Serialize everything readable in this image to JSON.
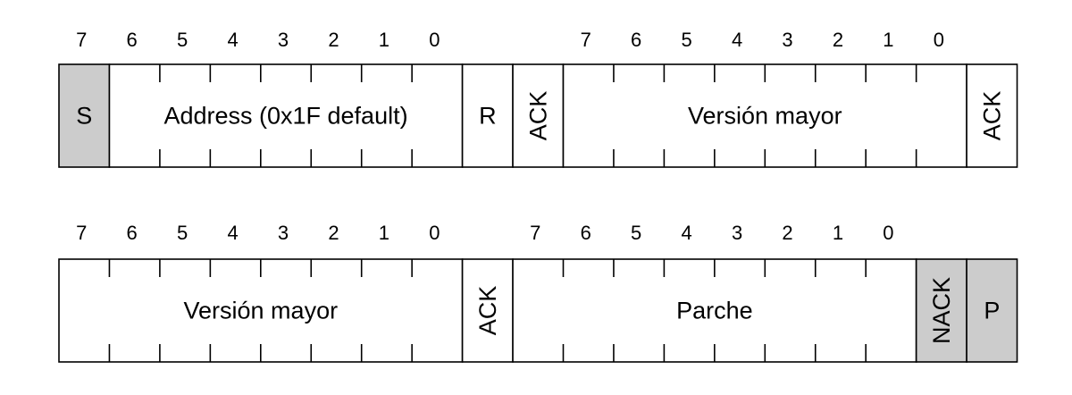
{
  "colors": {
    "marker_fill": "#cccccc",
    "data_fill": "#ffffff",
    "stroke": "#000000"
  },
  "rows": [
    {
      "bit_labels": [
        [
          "7",
          "6",
          "5",
          "4",
          "3",
          "2",
          "1",
          "0"
        ],
        [
          "7",
          "6",
          "5",
          "4",
          "3",
          "2",
          "1",
          "0"
        ]
      ],
      "fields": [
        {
          "label": "S",
          "units": 1,
          "marker": true,
          "vertical": false
        },
        {
          "label": "Address (0x1F default)",
          "units": 7,
          "marker": false,
          "vertical": false
        },
        {
          "label": "R",
          "units": 1,
          "marker": false,
          "vertical": false
        },
        {
          "label": "ACK",
          "units": 1,
          "marker": false,
          "vertical": true
        },
        {
          "label": "Versión mayor",
          "units": 8,
          "marker": false,
          "vertical": false
        },
        {
          "label": "ACK",
          "units": 1,
          "marker": false,
          "vertical": true
        }
      ]
    },
    {
      "bit_labels": [
        [
          "7",
          "6",
          "5",
          "4",
          "3",
          "2",
          "1",
          "0"
        ],
        [
          "7",
          "6",
          "5",
          "4",
          "3",
          "2",
          "1",
          "0"
        ]
      ],
      "fields": [
        {
          "label": "Versión mayor",
          "units": 8,
          "marker": false,
          "vertical": false
        },
        {
          "label": "ACK",
          "units": 1,
          "marker": false,
          "vertical": true
        },
        {
          "label": "Parche",
          "units": 8,
          "marker": false,
          "vertical": false
        },
        {
          "label": "NACK",
          "units": 1,
          "marker": true,
          "vertical": true
        },
        {
          "label": "P",
          "units": 1,
          "marker": true,
          "vertical": false
        }
      ]
    }
  ]
}
